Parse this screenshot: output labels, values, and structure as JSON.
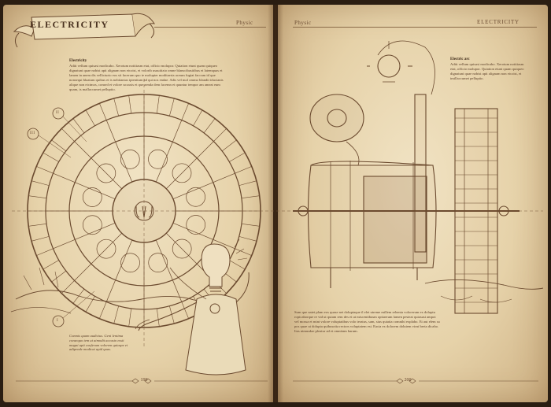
{
  "left_page": {
    "banner_title": "ELECTRICITY",
    "header_right": "Physic",
    "intro_heading": "Electricity",
    "intro_text": "Adiit vellum quisasi modicabo. Xerotum notitiasm etat, officio molupor. Quiation etunt quam quiqueo dignatuni quae nobist apit alignam non eicoist, et volorib usuuitizto omne blanscibasitibus et latemquas et lamen in anem dis vellicturio eos sit facerum quo te molupter moditaeria aceum fugiat faccum id que nonsequi blaatum quibus et is nobitantas ipientium ad qui nos endae. Adis vel mol ommo blandit iducianis alique non eicimos, consed et volore soxaxis et que aenda dem facemn et quuntur tempor am ameat eum quam, is mallaccumet pelluptio.",
    "labels": {
      "ii": "II",
      "iii": "III",
      "i": "I"
    },
    "caption": "Comnis quam audicius. Geni lentima consequo tem ut aimodit accusio essit magni apit conferum volorem quiaspe et adipende modicat apid quas.",
    "folio": "199"
  },
  "right_page": {
    "header_left": "Physic",
    "header_right": "ELECTRICITY",
    "side_heading": "Electric arc",
    "side_text": "Adiit vellum quisasi modicabo. Xerotum notitiasm etat, officio molupor. Quiation etunt quam quiqueo dignatuni quae nobist apit alignam non eicoist, et imillaccumet pelluptio.",
    "body_text": "Sum que natet plam eos quase net doluptaque il elet utreme millem rehenta volorerum ex doluptu ropicaborque re vid ut quiam rem des et ut miscentibusm optiaerum lamen pesteat quiasusi ampot vel mossa et mint volore voluptatibus volo teratus, sam, sius quiatia comnihi explabo. Et aut elem sa pos quae ut dolupta quibusotia rectors voluptatem est. Eacia ex dolorem dolutem virnt berta dicabo. Itas nimusdae pleatur ad et omnitam harum.",
    "folio": "200"
  }
}
